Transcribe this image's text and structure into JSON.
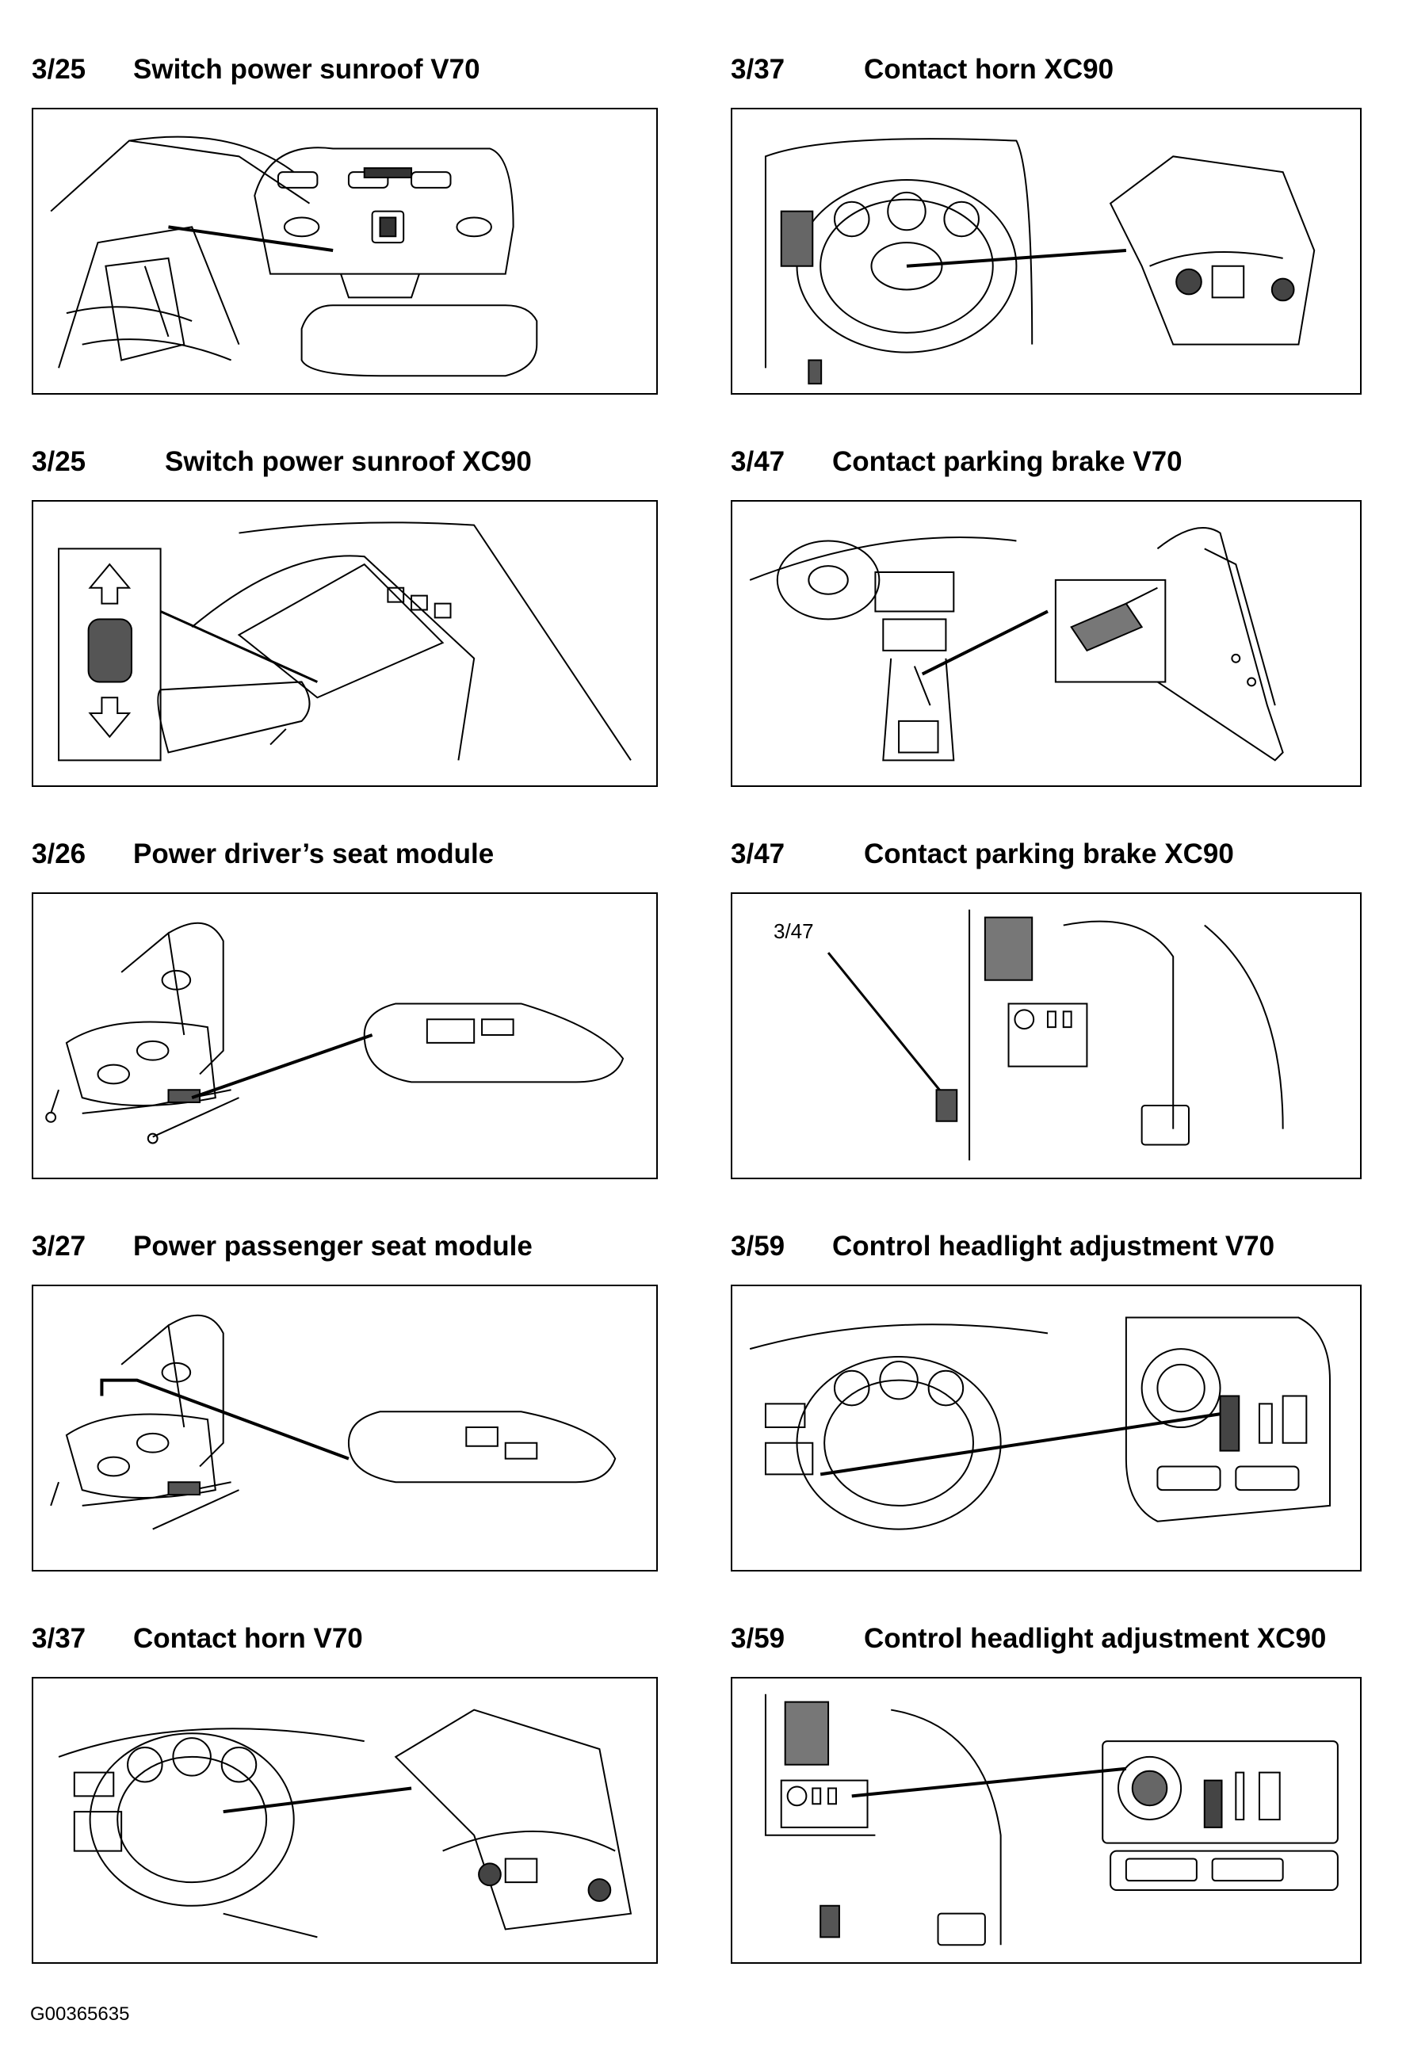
{
  "items": [
    {
      "code": "3/25",
      "title": "Switch power sunroof V70"
    },
    {
      "code": "3/37",
      "title": "Contact horn XC90"
    },
    {
      "code": "3/25",
      "title": "Switch power sunroof XC90"
    },
    {
      "code": "3/47",
      "title": "Contact parking brake V70"
    },
    {
      "code": "3/26",
      "title": "Power driver’s seat module"
    },
    {
      "code": "3/47",
      "title": "Contact parking brake XC90",
      "label": "3/47"
    },
    {
      "code": "3/27",
      "title": "Power passenger seat module"
    },
    {
      "code": "3/59",
      "title": "Control headlight adjustment V70"
    },
    {
      "code": "3/37",
      "title": "Contact horn V70"
    },
    {
      "code": "3/59",
      "title": "Control headlight adjustment XC90"
    }
  ],
  "footer": {
    "doc_id": "G00365635"
  }
}
